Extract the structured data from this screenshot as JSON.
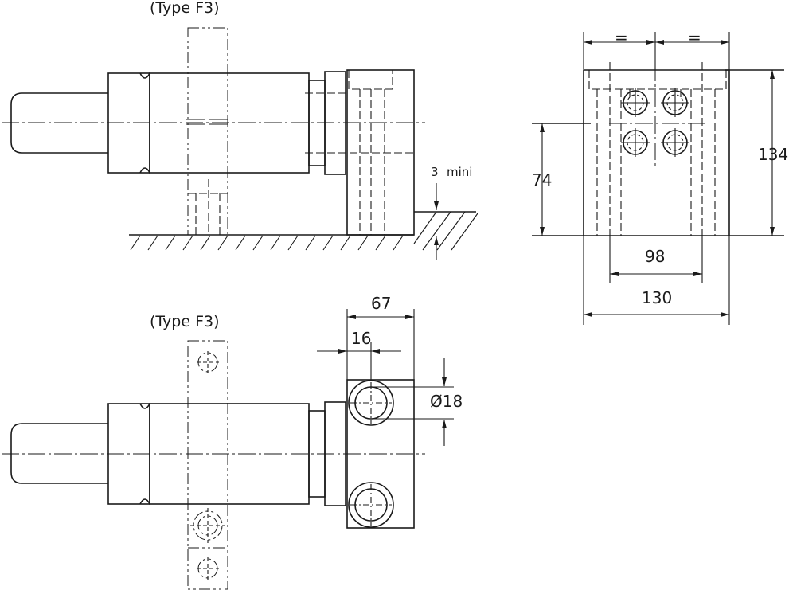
{
  "labels": {
    "type_top": "(Type F3)",
    "type_bottom": "(Type F3)",
    "clearance": "3",
    "clearance_unit": "mini",
    "equal_left": "=",
    "equal_right": "=",
    "dim_134": "134",
    "dim_74": "74",
    "dim_98": "98",
    "dim_130": "130",
    "dim_67": "67",
    "dim_16": "16",
    "dim_d18": "Ø18"
  }
}
